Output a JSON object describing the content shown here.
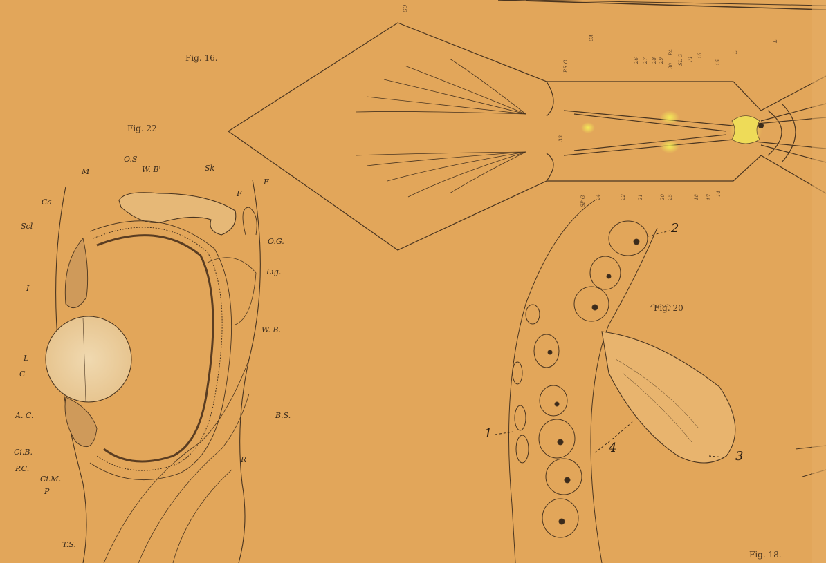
{
  "figures": {
    "fig16": "Fig. 16.",
    "fig22": "Fig. 22",
    "fig20": "Fig. 20",
    "fig18": "Fig. 18."
  },
  "fig22_labels": {
    "M": "M",
    "OS": "O.S",
    "WB1": "W. B'",
    "Sk": "Sk",
    "E": "E",
    "Ca": "Ca",
    "Scl": "Scl",
    "F": "F",
    "OG": "O.G.",
    "Lig": "Lig.",
    "I": "I",
    "WB": "W. B.",
    "L": "L",
    "C": "C",
    "AC": "A. C.",
    "BS": "B.S.",
    "CiB": "Ci.B.",
    "PC": "P.C.",
    "CiM": "Ci.M.",
    "P": "P",
    "R": "R",
    "TS": "T.S."
  },
  "fig16_labels": {
    "top": [
      "GO",
      "CA",
      "RR G",
      "26",
      "27",
      "28",
      "29",
      "30",
      "PA",
      "SL G",
      "P1",
      "16",
      "15",
      "L'",
      "L"
    ],
    "bottom": [
      "SP G",
      "24",
      "22",
      "21",
      "20",
      "25",
      "18",
      "17",
      "14"
    ],
    "side": "33"
  },
  "fig20_labels": [
    "1",
    "2",
    "3",
    "4"
  ],
  "colors": {
    "paper": "#e2a65a",
    "ink": "#3a2b1c",
    "yellow": "#f2e84a"
  }
}
